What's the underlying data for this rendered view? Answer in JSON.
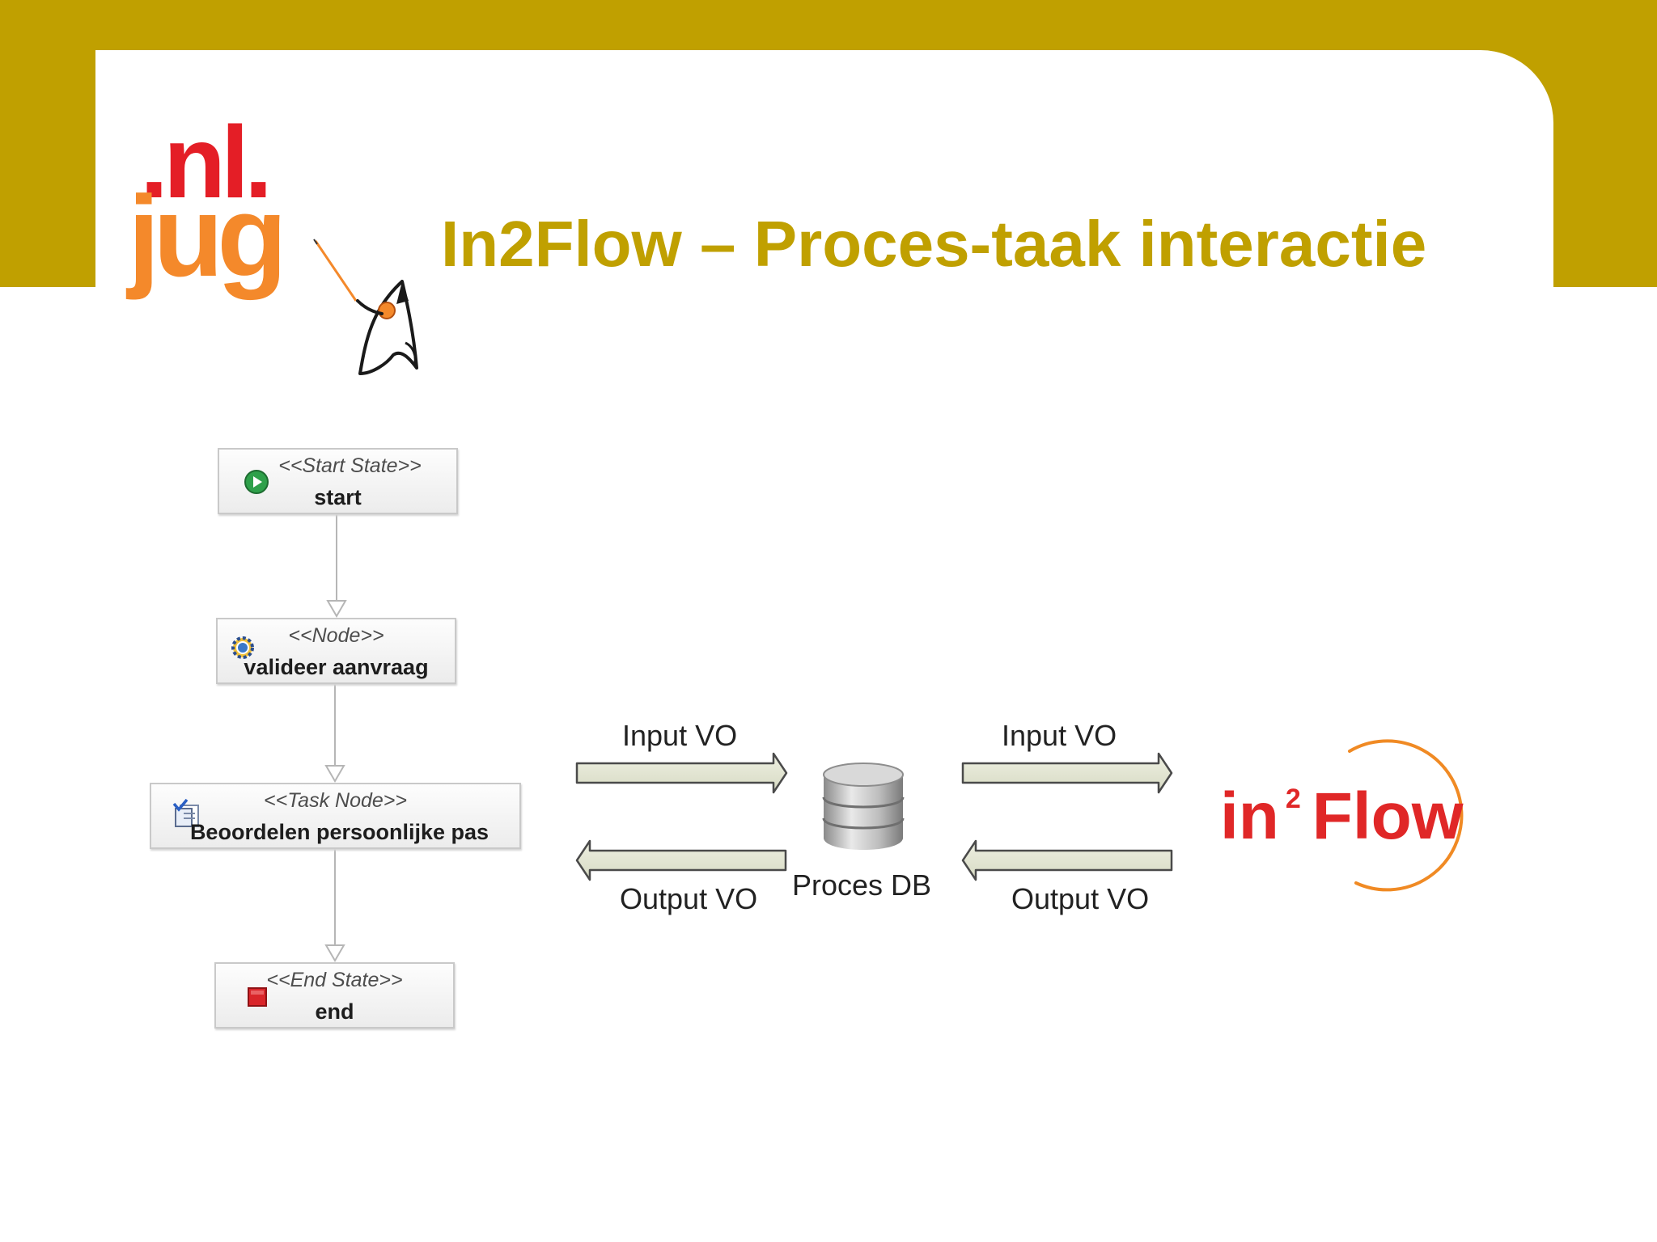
{
  "slide": {
    "title": "In2Flow – Proces-taak interactie",
    "accent_color": "#c0a000"
  },
  "logo_left": {
    "line1": ".nl.",
    "line2": "jug",
    "icon": "duke-mascot-icon",
    "colors": {
      "nl": "#e41e26",
      "jug": "#f4892b"
    }
  },
  "process_diagram": {
    "nodes": [
      {
        "stereotype": "<<Start State>>",
        "name": "start",
        "icon": "start-state-icon"
      },
      {
        "stereotype": "<<Node>>",
        "name": "valideer aanvraag",
        "icon": "gear-icon"
      },
      {
        "stereotype": "<<Task Node>>",
        "name": "Beoordelen persoonlijke pas",
        "icon": "task-checklist-icon"
      },
      {
        "stereotype": "<<End State>>",
        "name": "end",
        "icon": "end-state-icon"
      }
    ]
  },
  "data_flow": {
    "left_input": "Input VO",
    "left_output": "Output VO",
    "right_input": "Input VO",
    "right_output": "Output VO",
    "database": {
      "label": "Proces DB",
      "icon": "database-icon"
    }
  },
  "logo_right": {
    "text_in": "in",
    "superscript": "2",
    "text_flow": "Flow",
    "icon": "in2flow-ring-icon",
    "color": "#e02727",
    "ring_color": "#f08a24"
  }
}
